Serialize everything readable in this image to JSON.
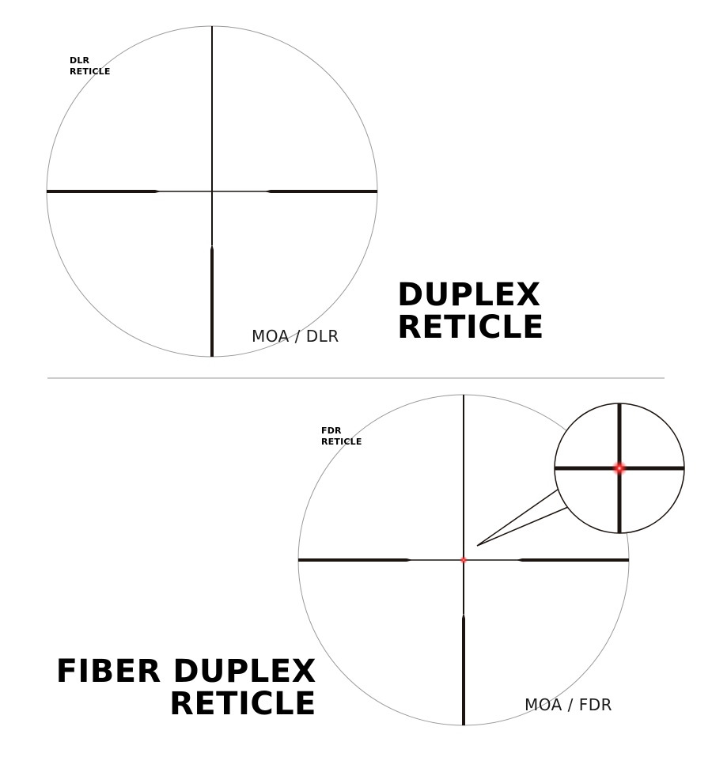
{
  "top_panel": {
    "reticle_tag_line1": "DLR",
    "reticle_tag_line2": "RETICLE",
    "units_label": "MOA / DLR",
    "title_line1": "DUPLEX",
    "title_line2": "RETICLE"
  },
  "bottom_panel": {
    "reticle_tag_line1": "FDR",
    "reticle_tag_line2": "RETICLE",
    "units_label": "MOA / FDR",
    "title_line1": "FIBER DUPLEX",
    "title_line2": "RETICLE"
  },
  "colors": {
    "reticle": "#1c1410",
    "circle": "#9a9a9a",
    "divider": "#9a9a9a",
    "fiber_dot": "#ff2020"
  }
}
